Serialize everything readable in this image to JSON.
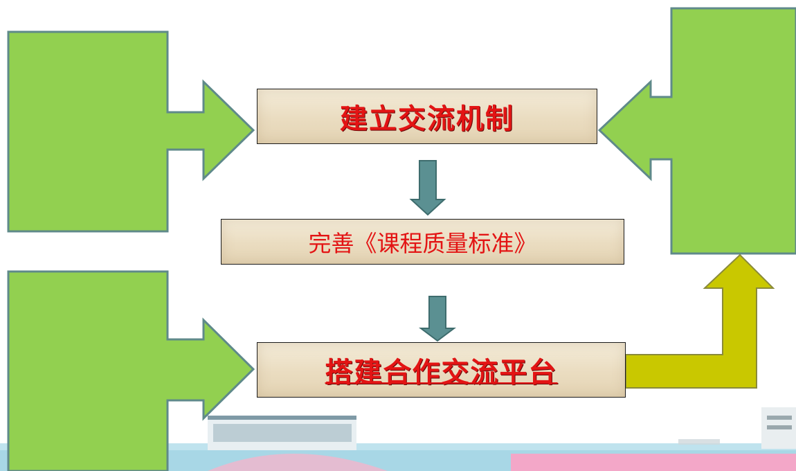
{
  "diagram": {
    "boxes": {
      "top": "建立交流机制",
      "middle": "完善《课程质量标准》",
      "bottom": "搭建合作交流平台"
    }
  },
  "colors": {
    "green_arrow_fill": "#92d050",
    "green_arrow_stroke": "#5f8a8a",
    "down_arrow_fill": "#5b9092",
    "yellow_arrow_fill": "#c9c800",
    "label_red": "#e31414",
    "box_fill": "#eadcc0"
  }
}
